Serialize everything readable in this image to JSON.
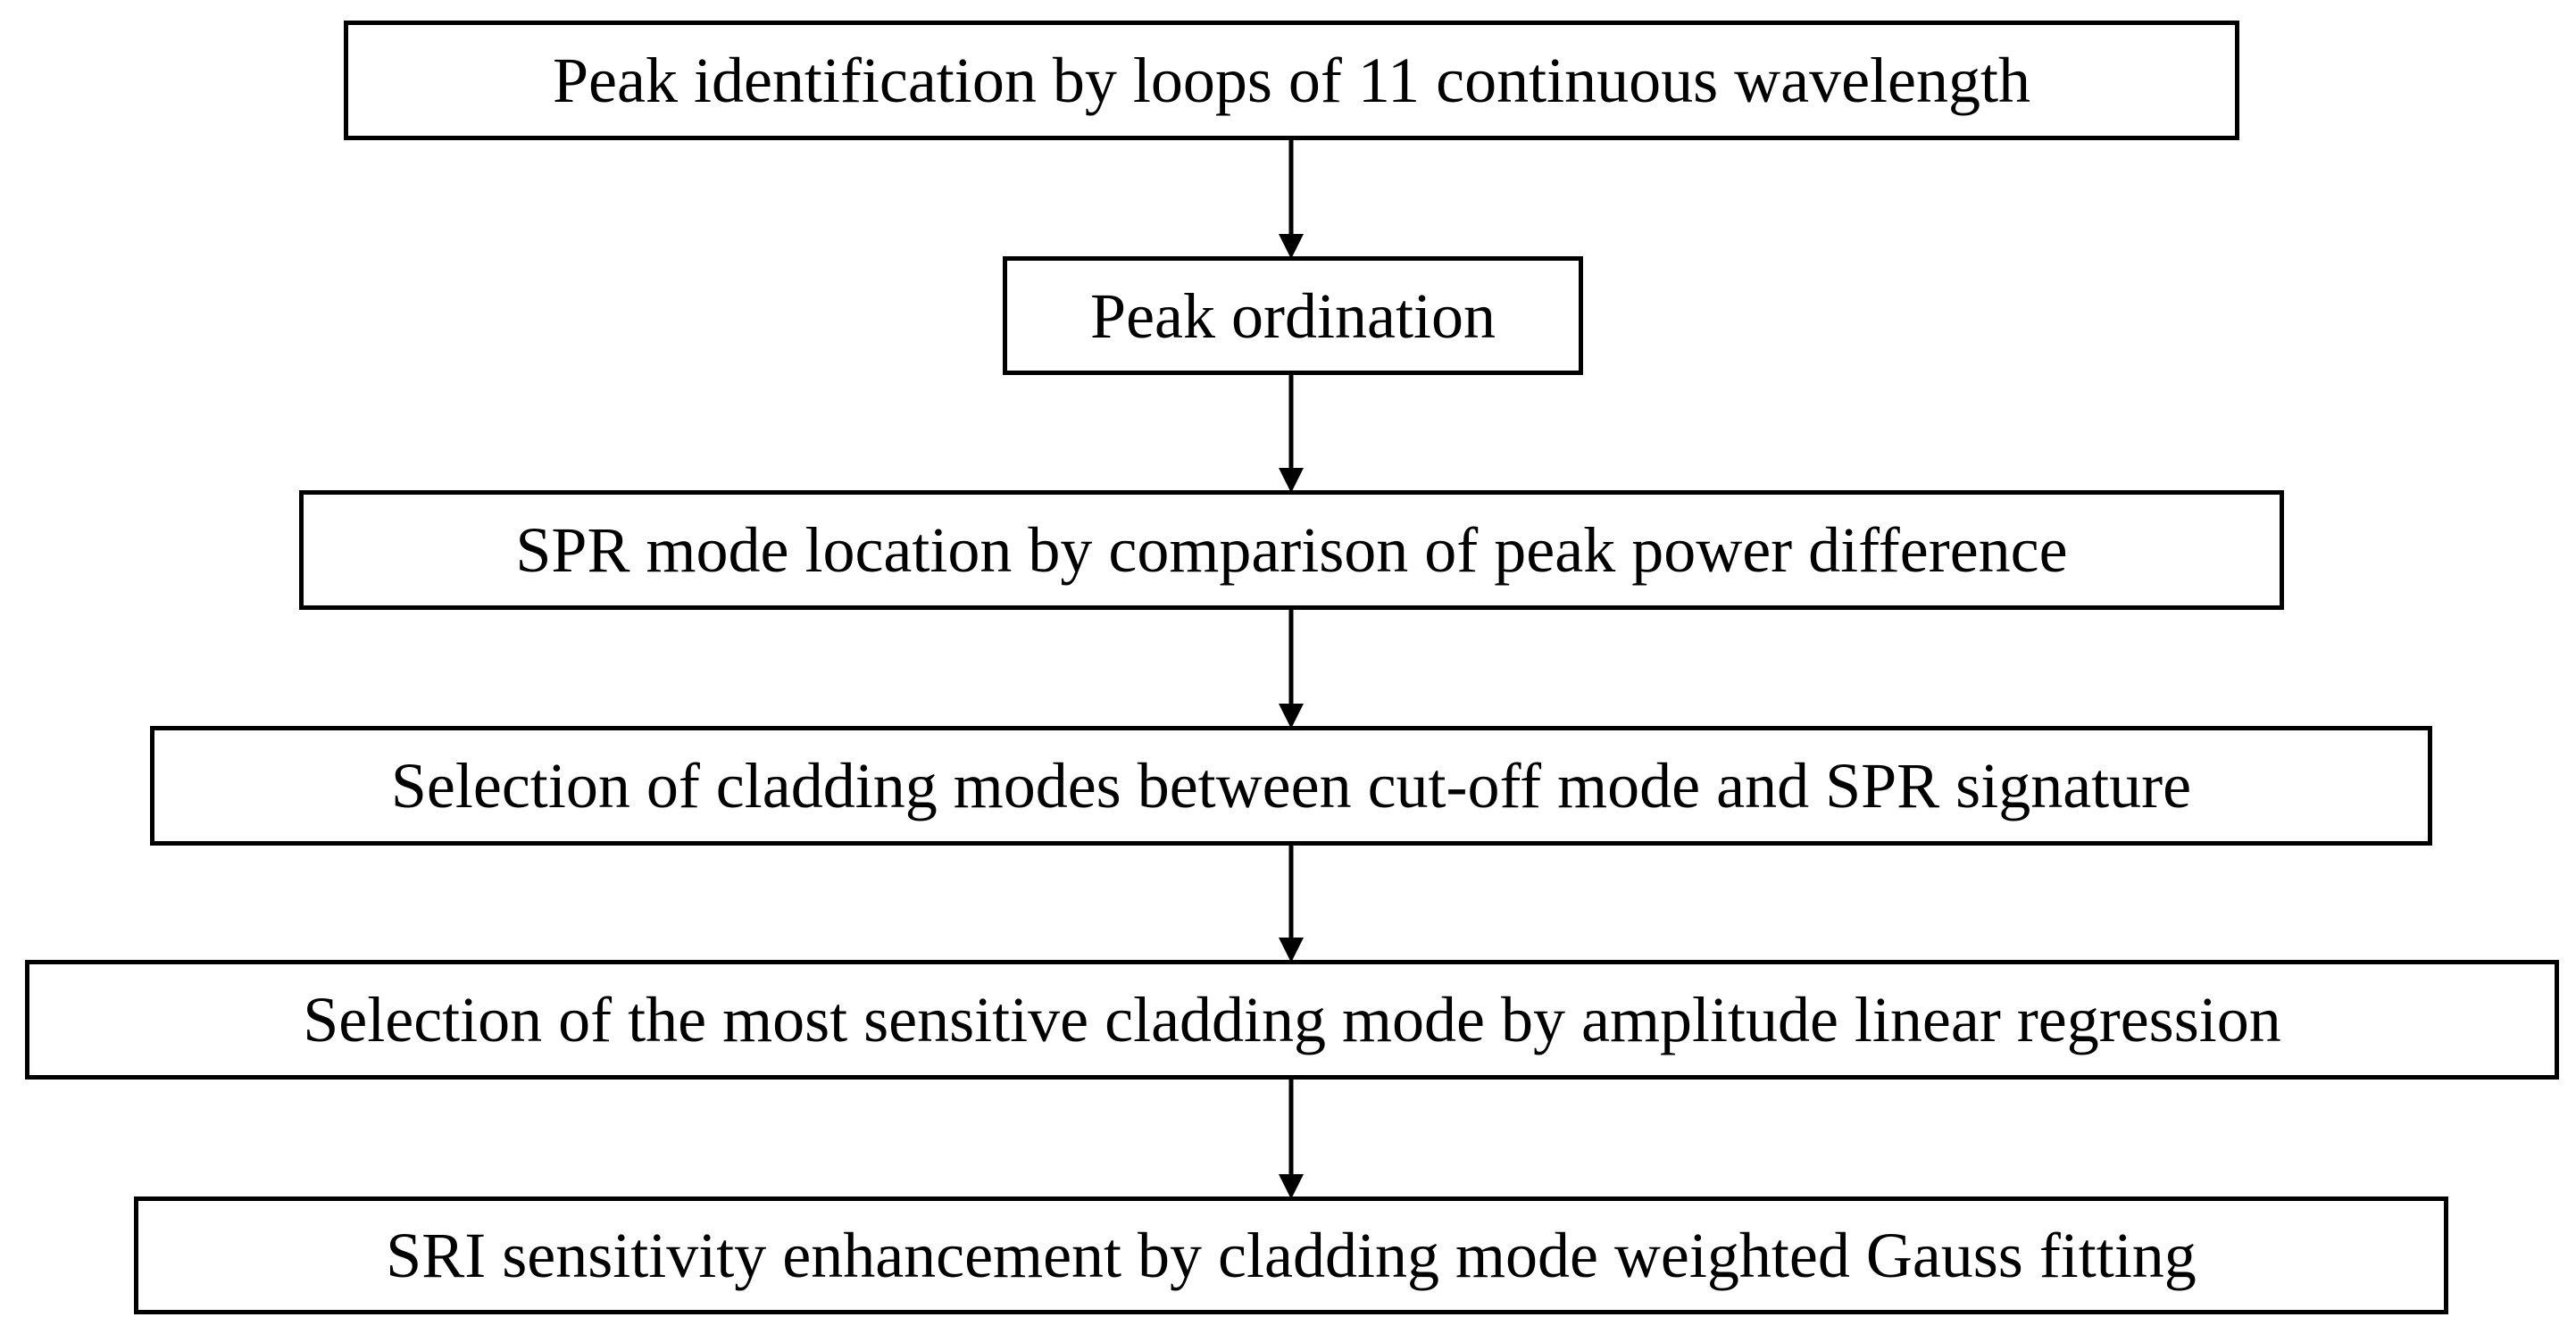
{
  "flowchart": {
    "steps": [
      {
        "label": "Peak identification by loops of 11 continuous wavelength"
      },
      {
        "label": "Peak ordination"
      },
      {
        "label": "SPR mode location by comparison of peak power difference"
      },
      {
        "label": "Selection of cladding modes between cut-off mode and SPR signature"
      },
      {
        "label": "Selection of the most sensitive cladding mode by amplitude linear regression"
      },
      {
        "label": "SRI sensitivity enhancement by cladding mode weighted Gauss fitting"
      }
    ],
    "colors": {
      "border": "#000000",
      "text": "#000000",
      "background": "#ffffff"
    }
  }
}
